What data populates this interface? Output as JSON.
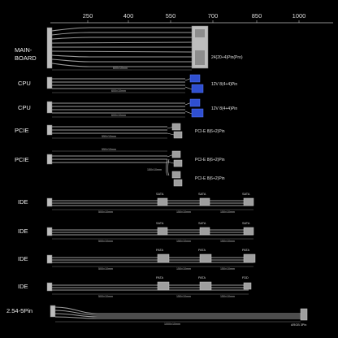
{
  "axis": {
    "ticks": [
      "250",
      "400",
      "550",
      "700",
      "850",
      "1000"
    ]
  },
  "rows": [
    {
      "label": [
        "MAIN-",
        "BOARD"
      ],
      "pins": "24(20+4)Pin(Pro)",
      "lengths": [
        "600±10mm"
      ],
      "connectors": []
    },
    {
      "label": [
        "CPU"
      ],
      "pins": "12V 8(4+4)Pin",
      "lengths": [
        "600±10mm"
      ],
      "connectors": []
    },
    {
      "label": [
        "CPU"
      ],
      "pins": "12V 8(4+4)Pin",
      "lengths": [
        "600±10mm"
      ],
      "connectors": []
    },
    {
      "label": [
        "PCIE"
      ],
      "pins": "PCI-E 8(6+2)Pin",
      "lengths": [
        "550±10mm"
      ],
      "connectors": []
    },
    {
      "label": [
        "PCIE"
      ],
      "pins": "PCI-E 8(6+2)Pin",
      "pins2": "PCI-E 8(6+2)Pin",
      "lengths": [
        "550±10mm",
        "150±10mm"
      ],
      "connectors": []
    },
    {
      "label": [
        "IDE"
      ],
      "pins": "",
      "lengths": [
        "500±10mm",
        "150±10mm",
        "150±10mm"
      ],
      "connectors": [
        "SATA",
        "SATA",
        "SATA"
      ]
    },
    {
      "label": [
        "IDE"
      ],
      "pins": "",
      "lengths": [
        "500±10mm",
        "150±10mm",
        "150±10mm"
      ],
      "connectors": [
        "SATA",
        "SATA",
        "SATA"
      ]
    },
    {
      "label": [
        "IDE"
      ],
      "pins": "",
      "lengths": [
        "500±10mm",
        "150±10mm",
        "150±10mm"
      ],
      "connectors": [
        "PATA",
        "PATA",
        "PATA"
      ]
    },
    {
      "label": [
        "IDE"
      ],
      "pins": "",
      "lengths": [
        "500±10mm",
        "150±10mm",
        "150±10mm"
      ],
      "connectors": [
        "PATA",
        "PATA",
        "FDD"
      ]
    },
    {
      "label": [
        "2.54-5Pin"
      ],
      "pins": "",
      "lengths": [
        "1000±10mm"
      ],
      "connectors": [
        "ARGB 3Pin"
      ]
    }
  ]
}
